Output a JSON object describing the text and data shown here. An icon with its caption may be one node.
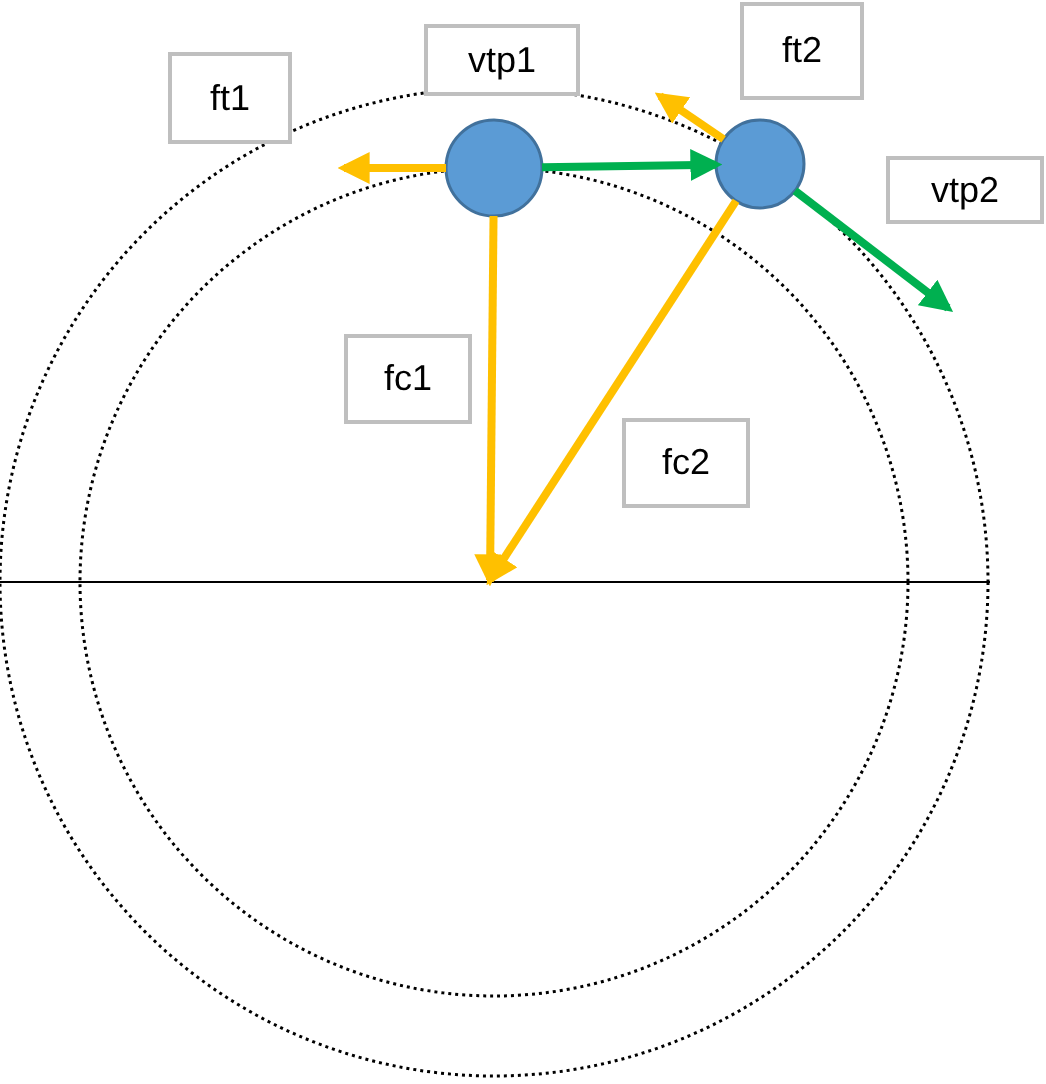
{
  "diagram": {
    "nodes": [
      {
        "text": [],
        "shape": "circle"
      },
      {
        "text": [],
        "shape": "circle"
      },
      {
        "text": [
          "ft1"
        ]
      },
      {
        "text": [
          "vtp1"
        ]
      },
      {
        "text": [
          "ft2"
        ]
      },
      {
        "text": [
          "vtp2"
        ]
      },
      {
        "text": [
          "fc1"
        ]
      },
      {
        "text": [
          "fc2"
        ]
      }
    ],
    "edges": [
      {
        "from": 0,
        "to": 2,
        "arrow": "to"
      },
      {
        "from": 0,
        "to": 1,
        "arrow": "to",
        "color": "#00b050"
      },
      {
        "from": 1,
        "to": null,
        "arrow": "to"
      },
      {
        "from": 1,
        "to": null,
        "arrow": "to",
        "color": "#00b050"
      },
      {
        "from": 0,
        "to": null,
        "arrow": "to"
      },
      {
        "from": 1,
        "to": null,
        "arrow": "to"
      }
    ]
  }
}
